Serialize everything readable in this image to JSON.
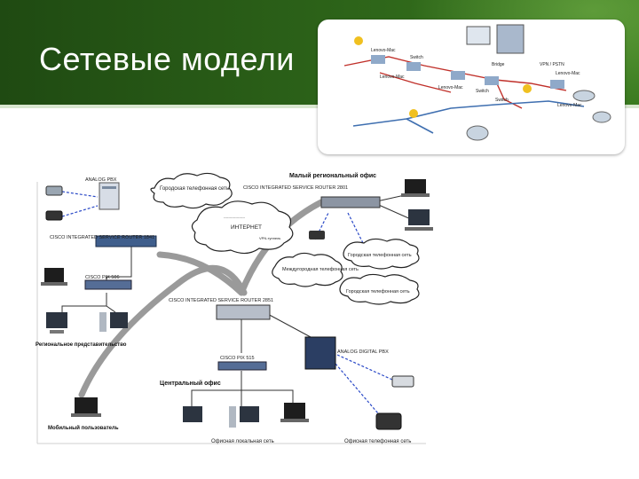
{
  "slide": {
    "title": "Сетевые модели"
  },
  "inset": {
    "labels": [
      "Lenovo-Mac",
      "Switch",
      "Bridge",
      "Lenovo-Mac",
      "Lenovo-Mac",
      "Switch",
      "Lenovo-Mac",
      "Switch",
      "VPN / PSTN",
      "Lenovo-Mac"
    ]
  },
  "diagram": {
    "small_office": "Малый региональный офис",
    "router_2801": "CISCO INTEGRATED SERVICE ROUTER 2801",
    "analog_pbx": "ANALOG PBX",
    "city_phone_1": "Городская телефонная сеть",
    "internet": "ИНТЕРНЕТ",
    "internet_note_1": "------------------",
    "internet_note_2": "VPN-туннель",
    "router_1841": "CISCO INTEGRATED SERVICE ROUTER 1841",
    "city_phone_2": "Городская телефонная сеть",
    "long_distance": "Междугородная телефонная сеть",
    "city_phone_3": "Городская телефонная сеть",
    "pix_506": "CISCO PIX 506",
    "router_2851": "CISCO INTEGRATED SERVICE ROUTER 2851",
    "regional": "Региональное представительство",
    "analog_digital_pbx": "ANALOG DIGITAL PBX",
    "pix_515": "CISCO PIX 515",
    "central": "Центральный офис",
    "mobile": "Мобильный пользователь",
    "office_lan": "Офисная локальная сеть",
    "office_phone": "Офисная телефонная сеть"
  }
}
